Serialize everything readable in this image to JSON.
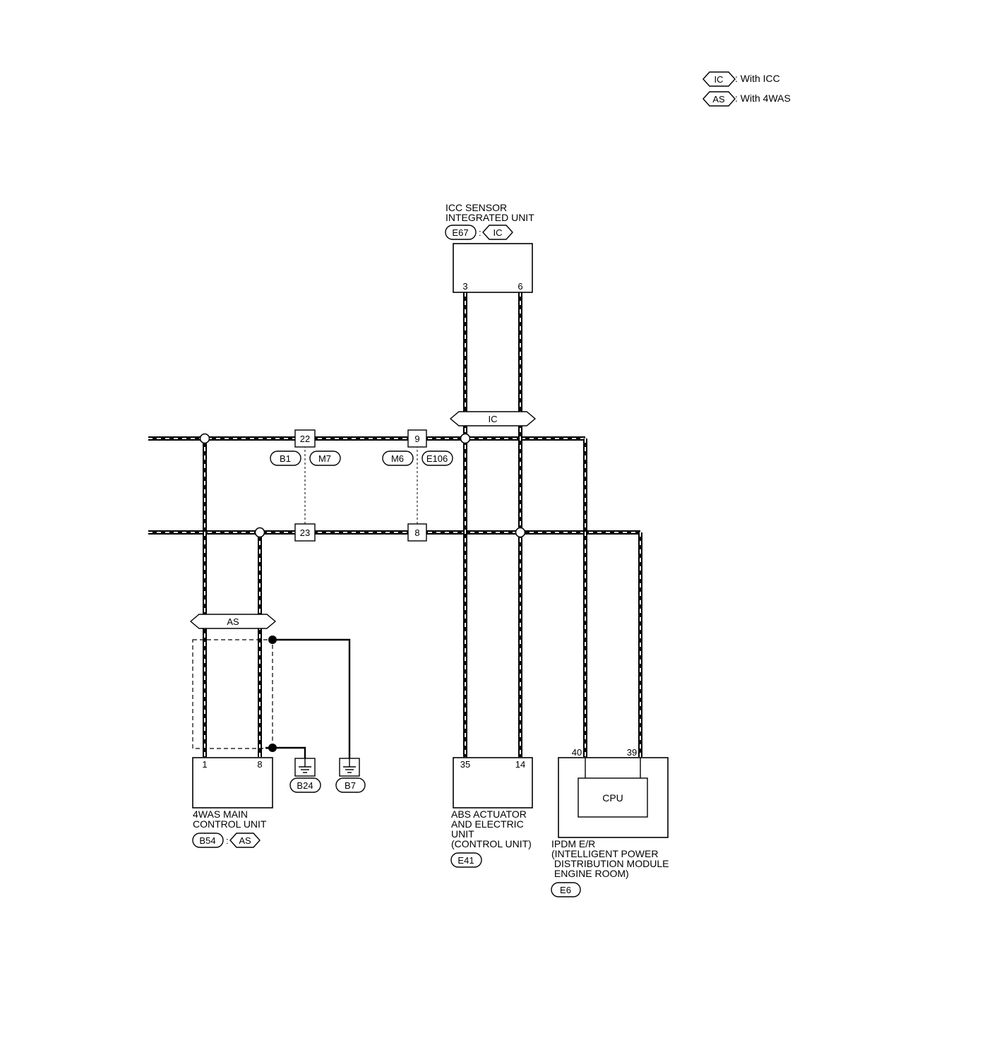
{
  "legend": [
    {
      "code": "IC",
      "text": ": With ICC"
    },
    {
      "code": "AS",
      "text": ": With 4WAS"
    }
  ],
  "icc_unit": {
    "name_line1": "ICC SENSOR",
    "name_line2": "INTEGRATED UNIT",
    "connector": "E67",
    "sep": ":",
    "option": "IC",
    "pin_a": "3",
    "pin_b": "6"
  },
  "option_markers": {
    "ic": "IC",
    "as": "AS"
  },
  "junctions": {
    "j22": "22",
    "j9": "9",
    "j23": "23",
    "j8": "8",
    "c_b1": "B1",
    "c_m7": "M7",
    "c_m6": "M6",
    "c_e106": "E106"
  },
  "four_was": {
    "name_line1": "4WAS MAIN",
    "name_line2": "CONTROL UNIT",
    "connector": "B54",
    "sep": ":",
    "option": "AS",
    "pin_a": "1",
    "pin_b": "8"
  },
  "grounds": {
    "g1": "B24",
    "g2": "B7"
  },
  "abs_unit": {
    "line1": "ABS ACTUATOR",
    "line2": "AND ELECTRIC",
    "line3": "UNIT",
    "line4": "(CONTROL UNIT)",
    "connector": "E41",
    "pin_a": "35",
    "pin_b": "14"
  },
  "ipdm": {
    "line1": "IPDM E/R",
    "line2": "(INTELLIGENT POWER",
    "line3": " DISTRIBUTION MODULE",
    "line4": " ENGINE ROOM)",
    "connector": "E6",
    "pin_a": "40",
    "pin_b": "39",
    "cpu": "CPU"
  },
  "colors": {
    "wire": "#000000",
    "stripe": "#ffffff",
    "bg": "#ffffff"
  }
}
